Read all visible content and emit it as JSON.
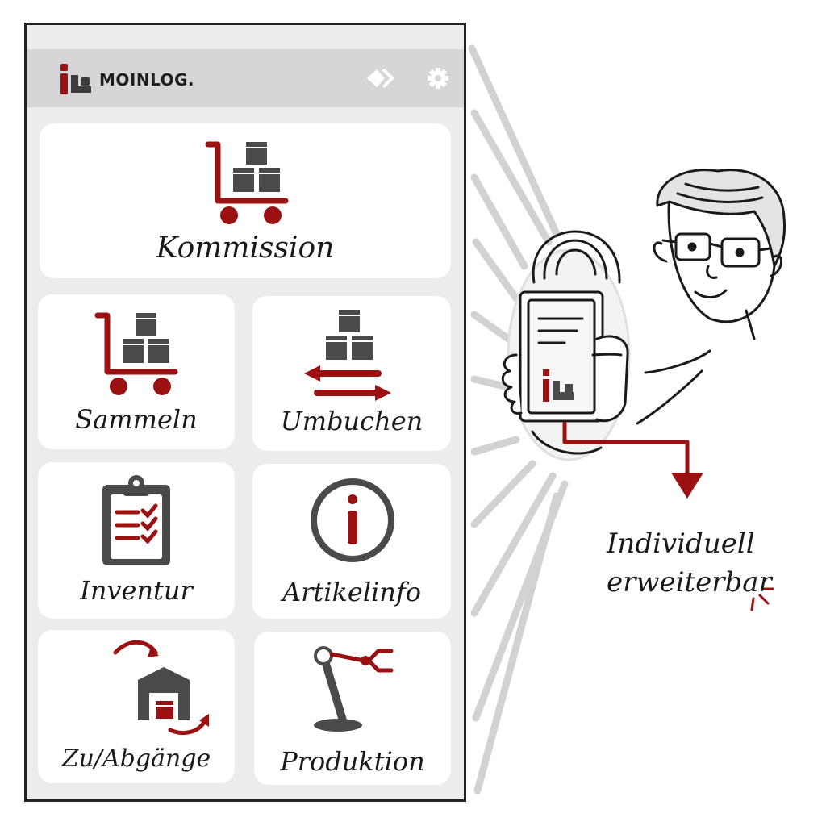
{
  "colors": {
    "accent": "#9b1111",
    "icon_gray": "#4a4a4a",
    "frame": "#222222",
    "tile_bg": "#ffffff",
    "appbar_bg": "#d6d6d6"
  },
  "header": {
    "logo_text": "MOINLOG.",
    "actions": [
      {
        "icon": "forward-diamond-icon"
      },
      {
        "icon": "gear-icon"
      }
    ]
  },
  "tiles": [
    {
      "label": "Kommission",
      "icon": "cart-boxes-icon"
    },
    {
      "label": "Sammeln",
      "icon": "cart-boxes-icon"
    },
    {
      "label": "Umbuchen",
      "icon": "transfer-boxes-icon"
    },
    {
      "label": "Inventur",
      "icon": "clipboard-check-icon"
    },
    {
      "label": "Artikelinfo",
      "icon": "info-circle-icon"
    },
    {
      "label": "Zu/Abgänge",
      "icon": "warehouse-in-out-icon"
    },
    {
      "label": "Produktion",
      "icon": "robot-arm-icon"
    }
  ],
  "annotation": {
    "line1": "Individuell",
    "line2": "erweiterbar"
  }
}
